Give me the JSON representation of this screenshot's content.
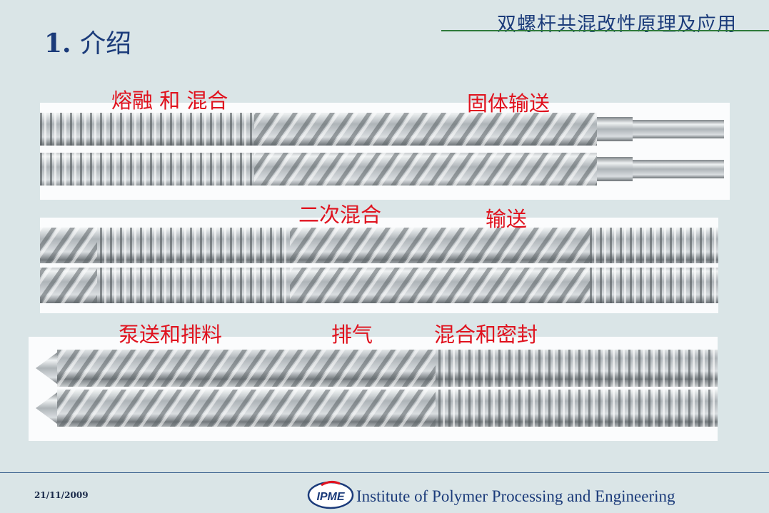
{
  "header": {
    "title": "双螺杆共混改性原理及应用"
  },
  "section": {
    "number": "1.",
    "title": "介绍"
  },
  "panels": [
    {
      "labels": [
        "熔融 和 混合",
        "固体输送"
      ]
    },
    {
      "labels": [
        "二次混合",
        "输送"
      ]
    },
    {
      "labels": [
        "泵送和排料",
        "排气",
        "混合和密封"
      ]
    }
  ],
  "footer": {
    "date": "21/11/2009",
    "logo_text": "IPME",
    "institute": "Institute of Polymer Processing and Engineering"
  },
  "colors": {
    "background": "#dae5e7",
    "title_blue": "#1b3b7a",
    "label_red": "#e0121e",
    "header_rule_green": "#2e7a3a"
  },
  "icons": [
    "twin-screw-image",
    "ipme-logo"
  ]
}
